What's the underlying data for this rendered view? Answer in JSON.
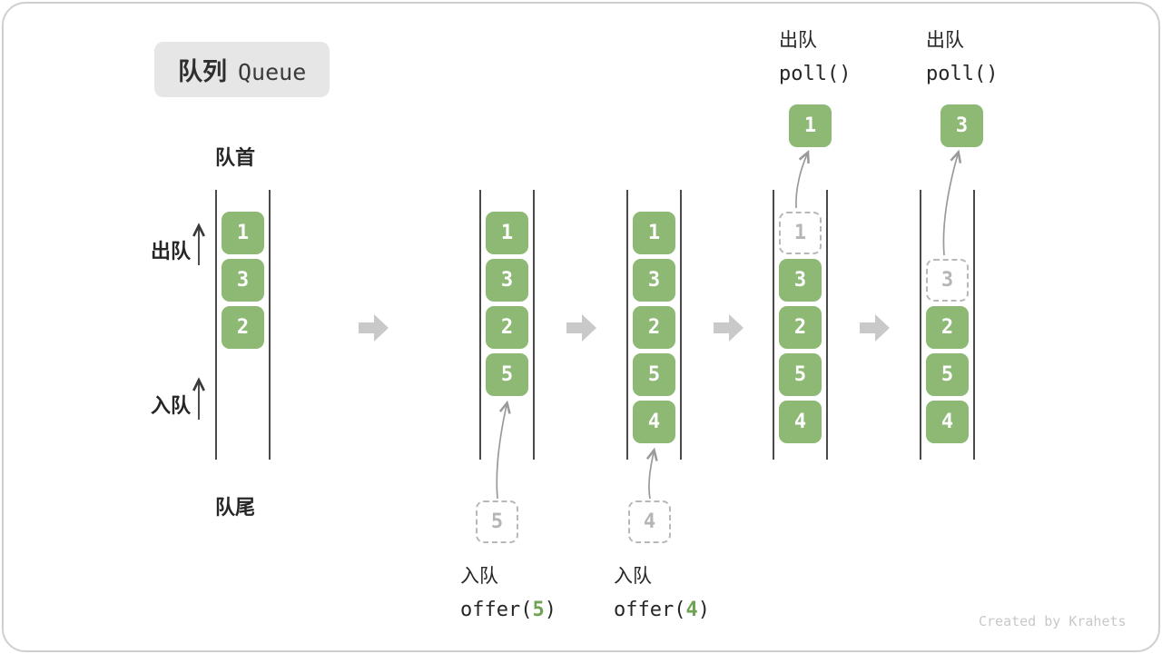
{
  "title": {
    "zh": "队列",
    "en": "Queue"
  },
  "side": {
    "front": "队首",
    "rear": "队尾",
    "dequeue": "出队",
    "enqueue": "入队"
  },
  "states": [
    {
      "cells": [
        {
          "v": "1",
          "slot": 0,
          "style": "solid"
        },
        {
          "v": "3",
          "slot": 1,
          "style": "solid"
        },
        {
          "v": "2",
          "slot": 2,
          "style": "solid"
        }
      ]
    },
    {
      "cells": [
        {
          "v": "1",
          "slot": 0,
          "style": "solid"
        },
        {
          "v": "3",
          "slot": 1,
          "style": "solid"
        },
        {
          "v": "2",
          "slot": 2,
          "style": "solid"
        },
        {
          "v": "5",
          "slot": 3,
          "style": "solid"
        }
      ]
    },
    {
      "cells": [
        {
          "v": "1",
          "slot": 0,
          "style": "solid"
        },
        {
          "v": "3",
          "slot": 1,
          "style": "solid"
        },
        {
          "v": "2",
          "slot": 2,
          "style": "solid"
        },
        {
          "v": "5",
          "slot": 3,
          "style": "solid"
        },
        {
          "v": "4",
          "slot": 4,
          "style": "solid"
        }
      ]
    },
    {
      "cells": [
        {
          "v": "1",
          "slot": 0,
          "style": "dashed"
        },
        {
          "v": "3",
          "slot": 1,
          "style": "solid"
        },
        {
          "v": "2",
          "slot": 2,
          "style": "solid"
        },
        {
          "v": "5",
          "slot": 3,
          "style": "solid"
        },
        {
          "v": "4",
          "slot": 4,
          "style": "solid"
        }
      ]
    },
    {
      "cells": [
        {
          "v": "3",
          "slot": 1,
          "style": "dashed"
        },
        {
          "v": "2",
          "slot": 2,
          "style": "solid"
        },
        {
          "v": "5",
          "slot": 3,
          "style": "solid"
        },
        {
          "v": "4",
          "slot": 4,
          "style": "solid"
        }
      ]
    }
  ],
  "enqueue_ops": [
    {
      "label": "入队",
      "code_pre": "offer(",
      "arg": "5",
      "code_post": ")",
      "incoming": "5"
    },
    {
      "label": "入队",
      "code_pre": "offer(",
      "arg": "4",
      "code_post": ")",
      "incoming": "4"
    }
  ],
  "dequeue_ops": [
    {
      "label": "出队",
      "code": "poll()",
      "outgoing": "1"
    },
    {
      "label": "出队",
      "code": "poll()",
      "outgoing": "3"
    }
  ],
  "footer": "Created by Krahets",
  "colors": {
    "green": "#8db974",
    "green_digit": "#6ea354",
    "dashed_border": "#b8b8b8",
    "dashed_text": "#b5b5b5",
    "block_arrow": "#c9c9c9",
    "line": "#4a4a4a",
    "badge_bg": "#e6e6e6",
    "footer_text": "#c8c8c8"
  }
}
